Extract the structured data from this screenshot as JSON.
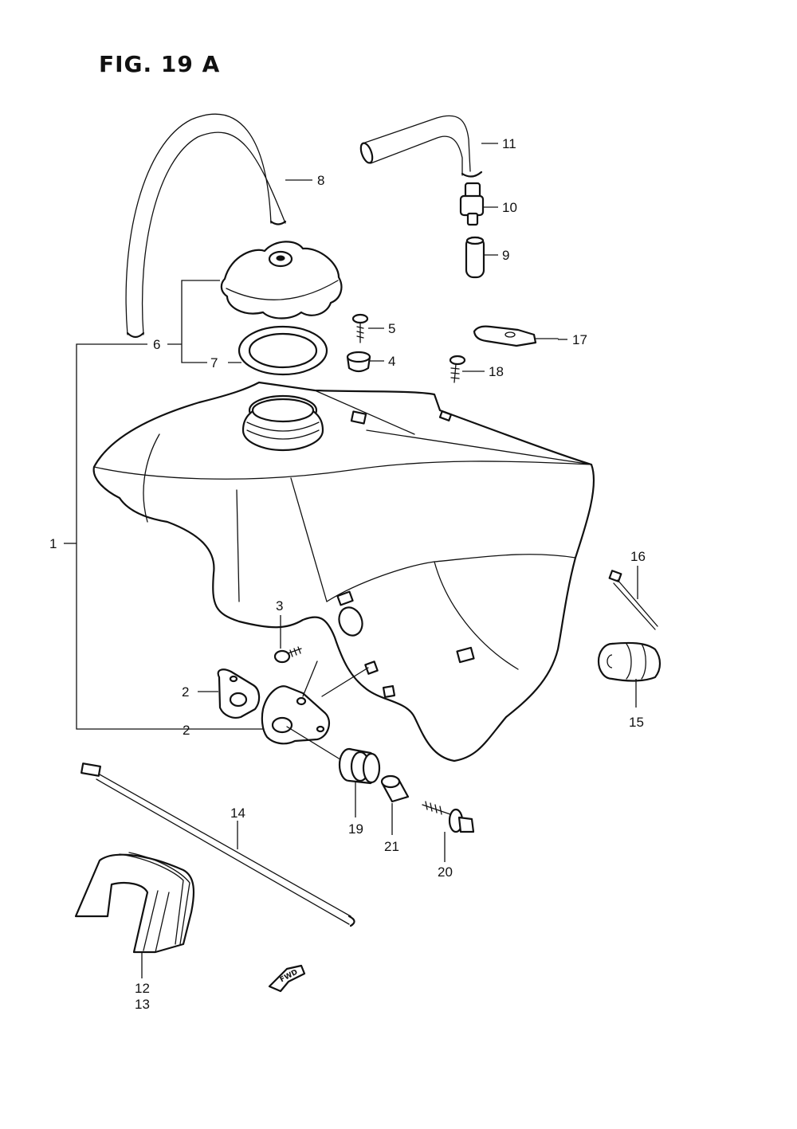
{
  "figure": {
    "title": "FIG. 19 A"
  },
  "callouts": {
    "c1": "1",
    "c2a": "2",
    "c2b": "2",
    "c3": "3",
    "c4": "4",
    "c5": "5",
    "c6": "6",
    "c7": "7",
    "c8": "8",
    "c9": "9",
    "c10": "10",
    "c11": "11",
    "c12": "12",
    "c13": "13",
    "c14": "14",
    "c15": "15",
    "c16": "16",
    "c17": "17",
    "c18": "18",
    "c19": "19",
    "c20": "20",
    "c21": "21"
  },
  "fwd_marker": {
    "label": "FWD"
  }
}
